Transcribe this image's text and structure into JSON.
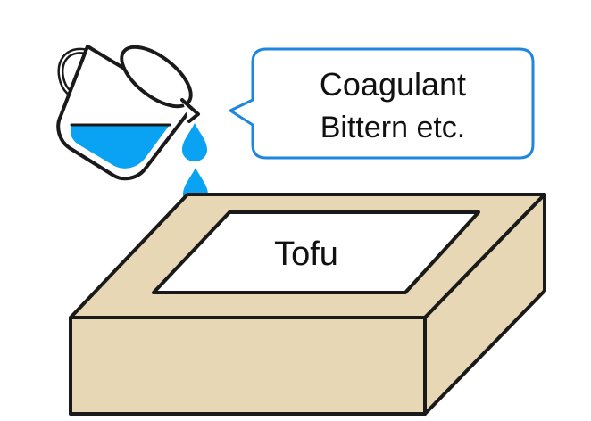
{
  "callout": {
    "line1": "Coagulant",
    "line2": "Bittern etc."
  },
  "tofu_label": "Tofu",
  "colors": {
    "outline": "#1a1a1a",
    "box_fill": "#e8d7b4",
    "inner_fill": "#ffffff",
    "liquid": "#0aa2f2",
    "callout_border": "#1f86e0"
  },
  "icons": {
    "pitcher": "pouring-pitcher-icon",
    "drop": "water-drop-icon"
  }
}
